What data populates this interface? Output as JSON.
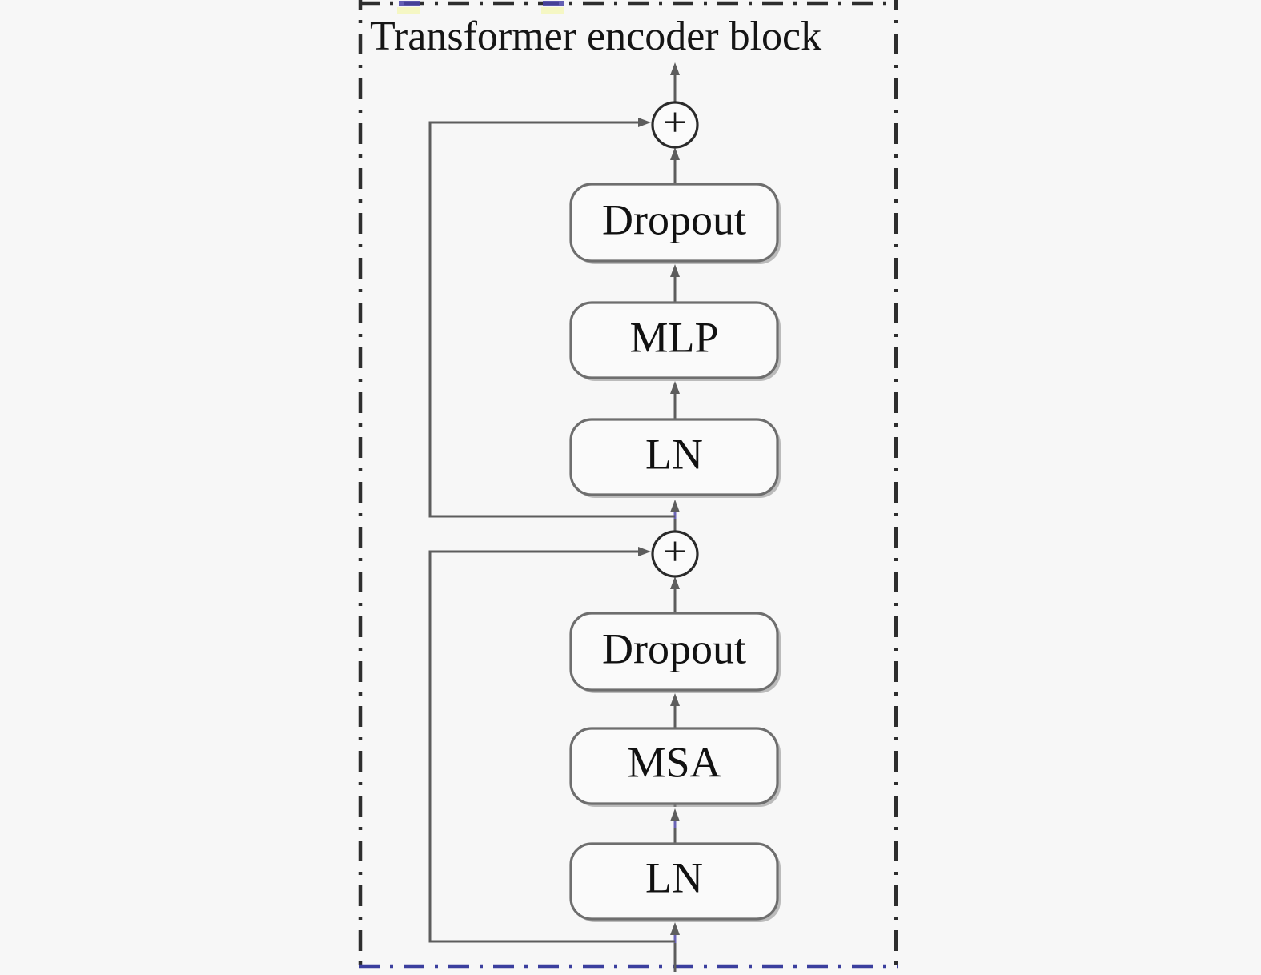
{
  "figure": {
    "title": "Transformer encoder block",
    "background_color": "#f7f7f7",
    "border_color": "#2e2e2e",
    "border_accent_color": "#3b3f9e",
    "edge_color": "#5d5d5d",
    "edge_accent_color": "#6a63b5",
    "box_fill": "#fafafa",
    "box_stroke": "#6e6e6e"
  },
  "nodes": {
    "add_top": {
      "label": "+",
      "name": "add-node-mlp-residual"
    },
    "dropout_top": {
      "label": "Dropout"
    },
    "mlp": {
      "label": "MLP"
    },
    "ln_top": {
      "label": "LN"
    },
    "add_bottom": {
      "label": "+",
      "name": "add-node-msa-residual"
    },
    "dropout_bottom": {
      "label": "Dropout"
    },
    "msa": {
      "label": "MSA"
    },
    "ln_bottom": {
      "label": "LN"
    }
  },
  "flow": {
    "description": "Bottom-up: input -> LN -> MSA -> Dropout -> (+) with residual skip from input; then LN -> MLP -> Dropout -> (+) with residual skip; output exits top.",
    "order": [
      "LN",
      "MSA",
      "Dropout",
      "+",
      "LN",
      "MLP",
      "Dropout",
      "+"
    ],
    "residual_skips": 2
  }
}
